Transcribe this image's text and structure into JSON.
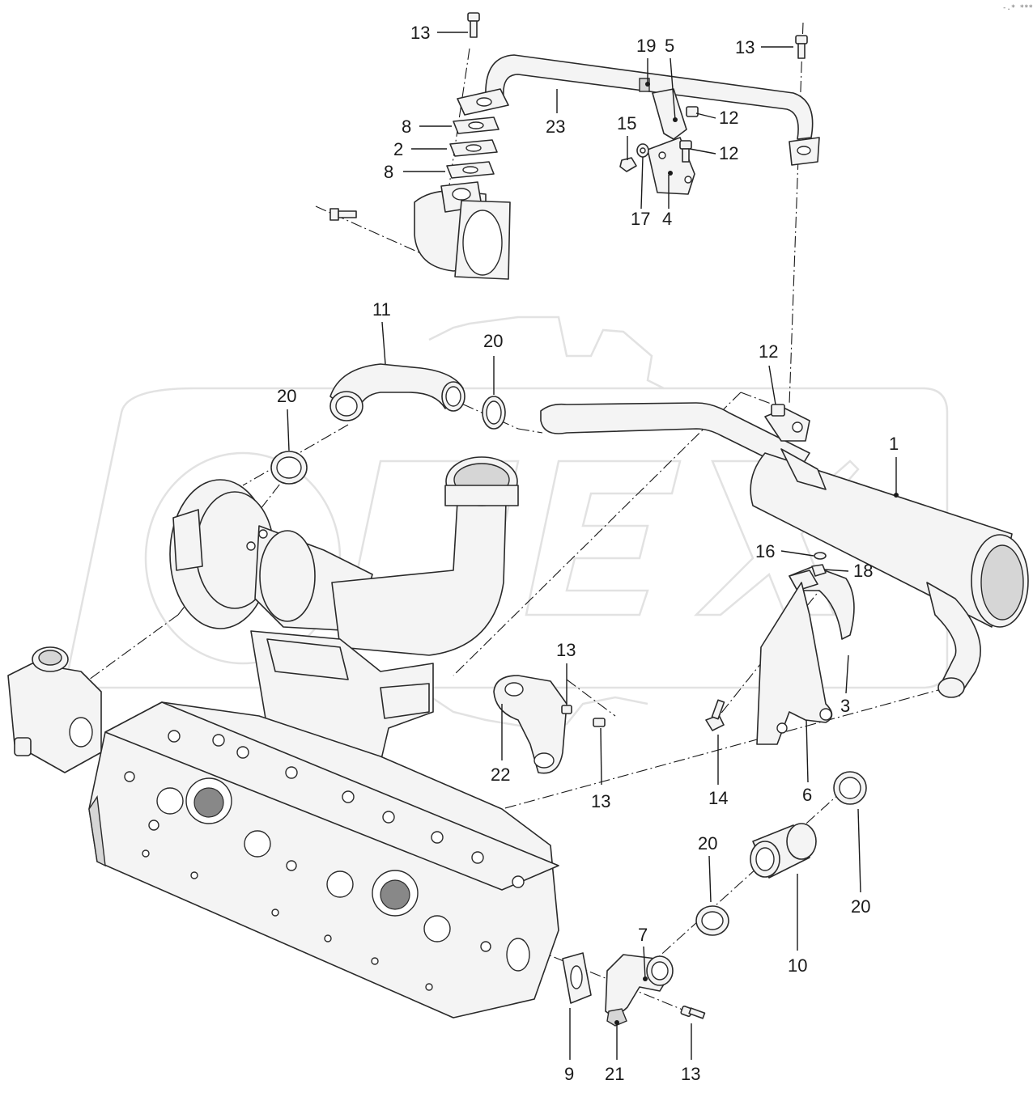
{
  "diagram": {
    "corner_mark": "-.*  ***",
    "callouts": [
      {
        "id": "c-1",
        "text": "1"
      },
      {
        "id": "c-2",
        "text": "2"
      },
      {
        "id": "c-3",
        "text": "3"
      },
      {
        "id": "c-4",
        "text": "4"
      },
      {
        "id": "c-5",
        "text": "5"
      },
      {
        "id": "c-6",
        "text": "6"
      },
      {
        "id": "c-7",
        "text": "7"
      },
      {
        "id": "c-8a",
        "text": "8"
      },
      {
        "id": "c-8b",
        "text": "8"
      },
      {
        "id": "c-9",
        "text": "9"
      },
      {
        "id": "c-10",
        "text": "10"
      },
      {
        "id": "c-11",
        "text": "11"
      },
      {
        "id": "c-12a",
        "text": "12"
      },
      {
        "id": "c-12b",
        "text": "12"
      },
      {
        "id": "c-12c",
        "text": "12"
      },
      {
        "id": "c-13a",
        "text": "13"
      },
      {
        "id": "c-13b",
        "text": "13"
      },
      {
        "id": "c-13c",
        "text": "13"
      },
      {
        "id": "c-13d",
        "text": "13"
      },
      {
        "id": "c-13e",
        "text": "13"
      },
      {
        "id": "c-14",
        "text": "14"
      },
      {
        "id": "c-15",
        "text": "15"
      },
      {
        "id": "c-16",
        "text": "16"
      },
      {
        "id": "c-17",
        "text": "17"
      },
      {
        "id": "c-18",
        "text": "18"
      },
      {
        "id": "c-19",
        "text": "19"
      },
      {
        "id": "c-20a",
        "text": "20"
      },
      {
        "id": "c-20b",
        "text": "20"
      },
      {
        "id": "c-20c",
        "text": "20"
      },
      {
        "id": "c-20d",
        "text": "20"
      },
      {
        "id": "c-21",
        "text": "21"
      },
      {
        "id": "c-22",
        "text": "22"
      },
      {
        "id": "c-23",
        "text": "23"
      }
    ]
  }
}
